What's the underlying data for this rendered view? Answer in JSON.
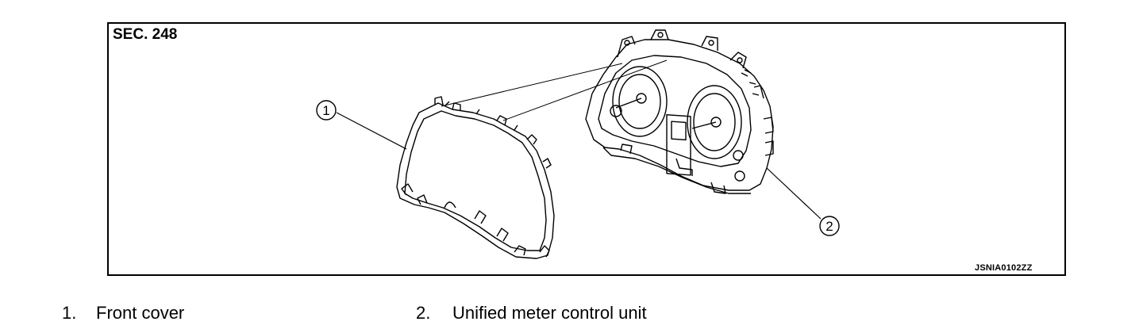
{
  "section_label": "SEC. 248",
  "figure_code": "JSNIA0102ZZ",
  "callouts": [
    {
      "number": "1"
    },
    {
      "number": "2"
    }
  ],
  "legend": [
    {
      "number": "1.",
      "text": "Front cover"
    },
    {
      "number": "2.",
      "text": "Unified meter control unit"
    }
  ]
}
